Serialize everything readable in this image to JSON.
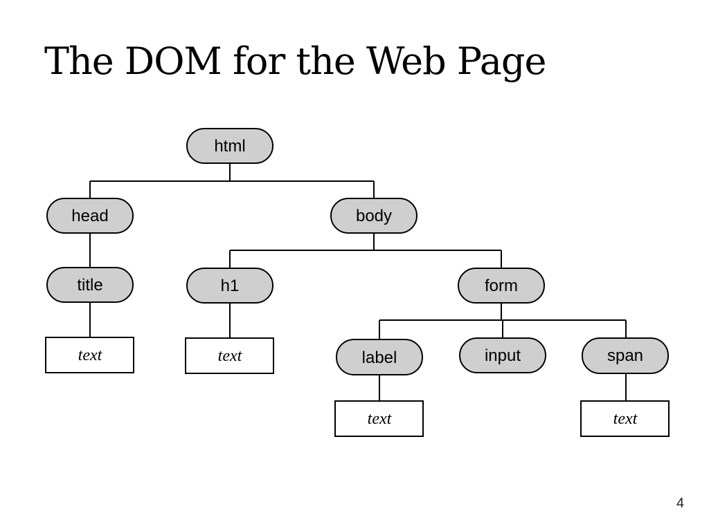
{
  "slide": {
    "title": "The DOM for the Web Page",
    "page_number": "4"
  },
  "tree": {
    "nodes": {
      "html": "html",
      "head": "head",
      "body": "body",
      "title": "title",
      "h1": "h1",
      "form": "form",
      "label": "label",
      "input": "input",
      "span": "span"
    },
    "text_nodes": {
      "title_text": "text",
      "h1_text": "text",
      "label_text": "text",
      "span_text": "text"
    },
    "colors": {
      "element_fill": "#cfcfcf",
      "text_fill": "#ffffff",
      "stroke": "#000000"
    }
  }
}
